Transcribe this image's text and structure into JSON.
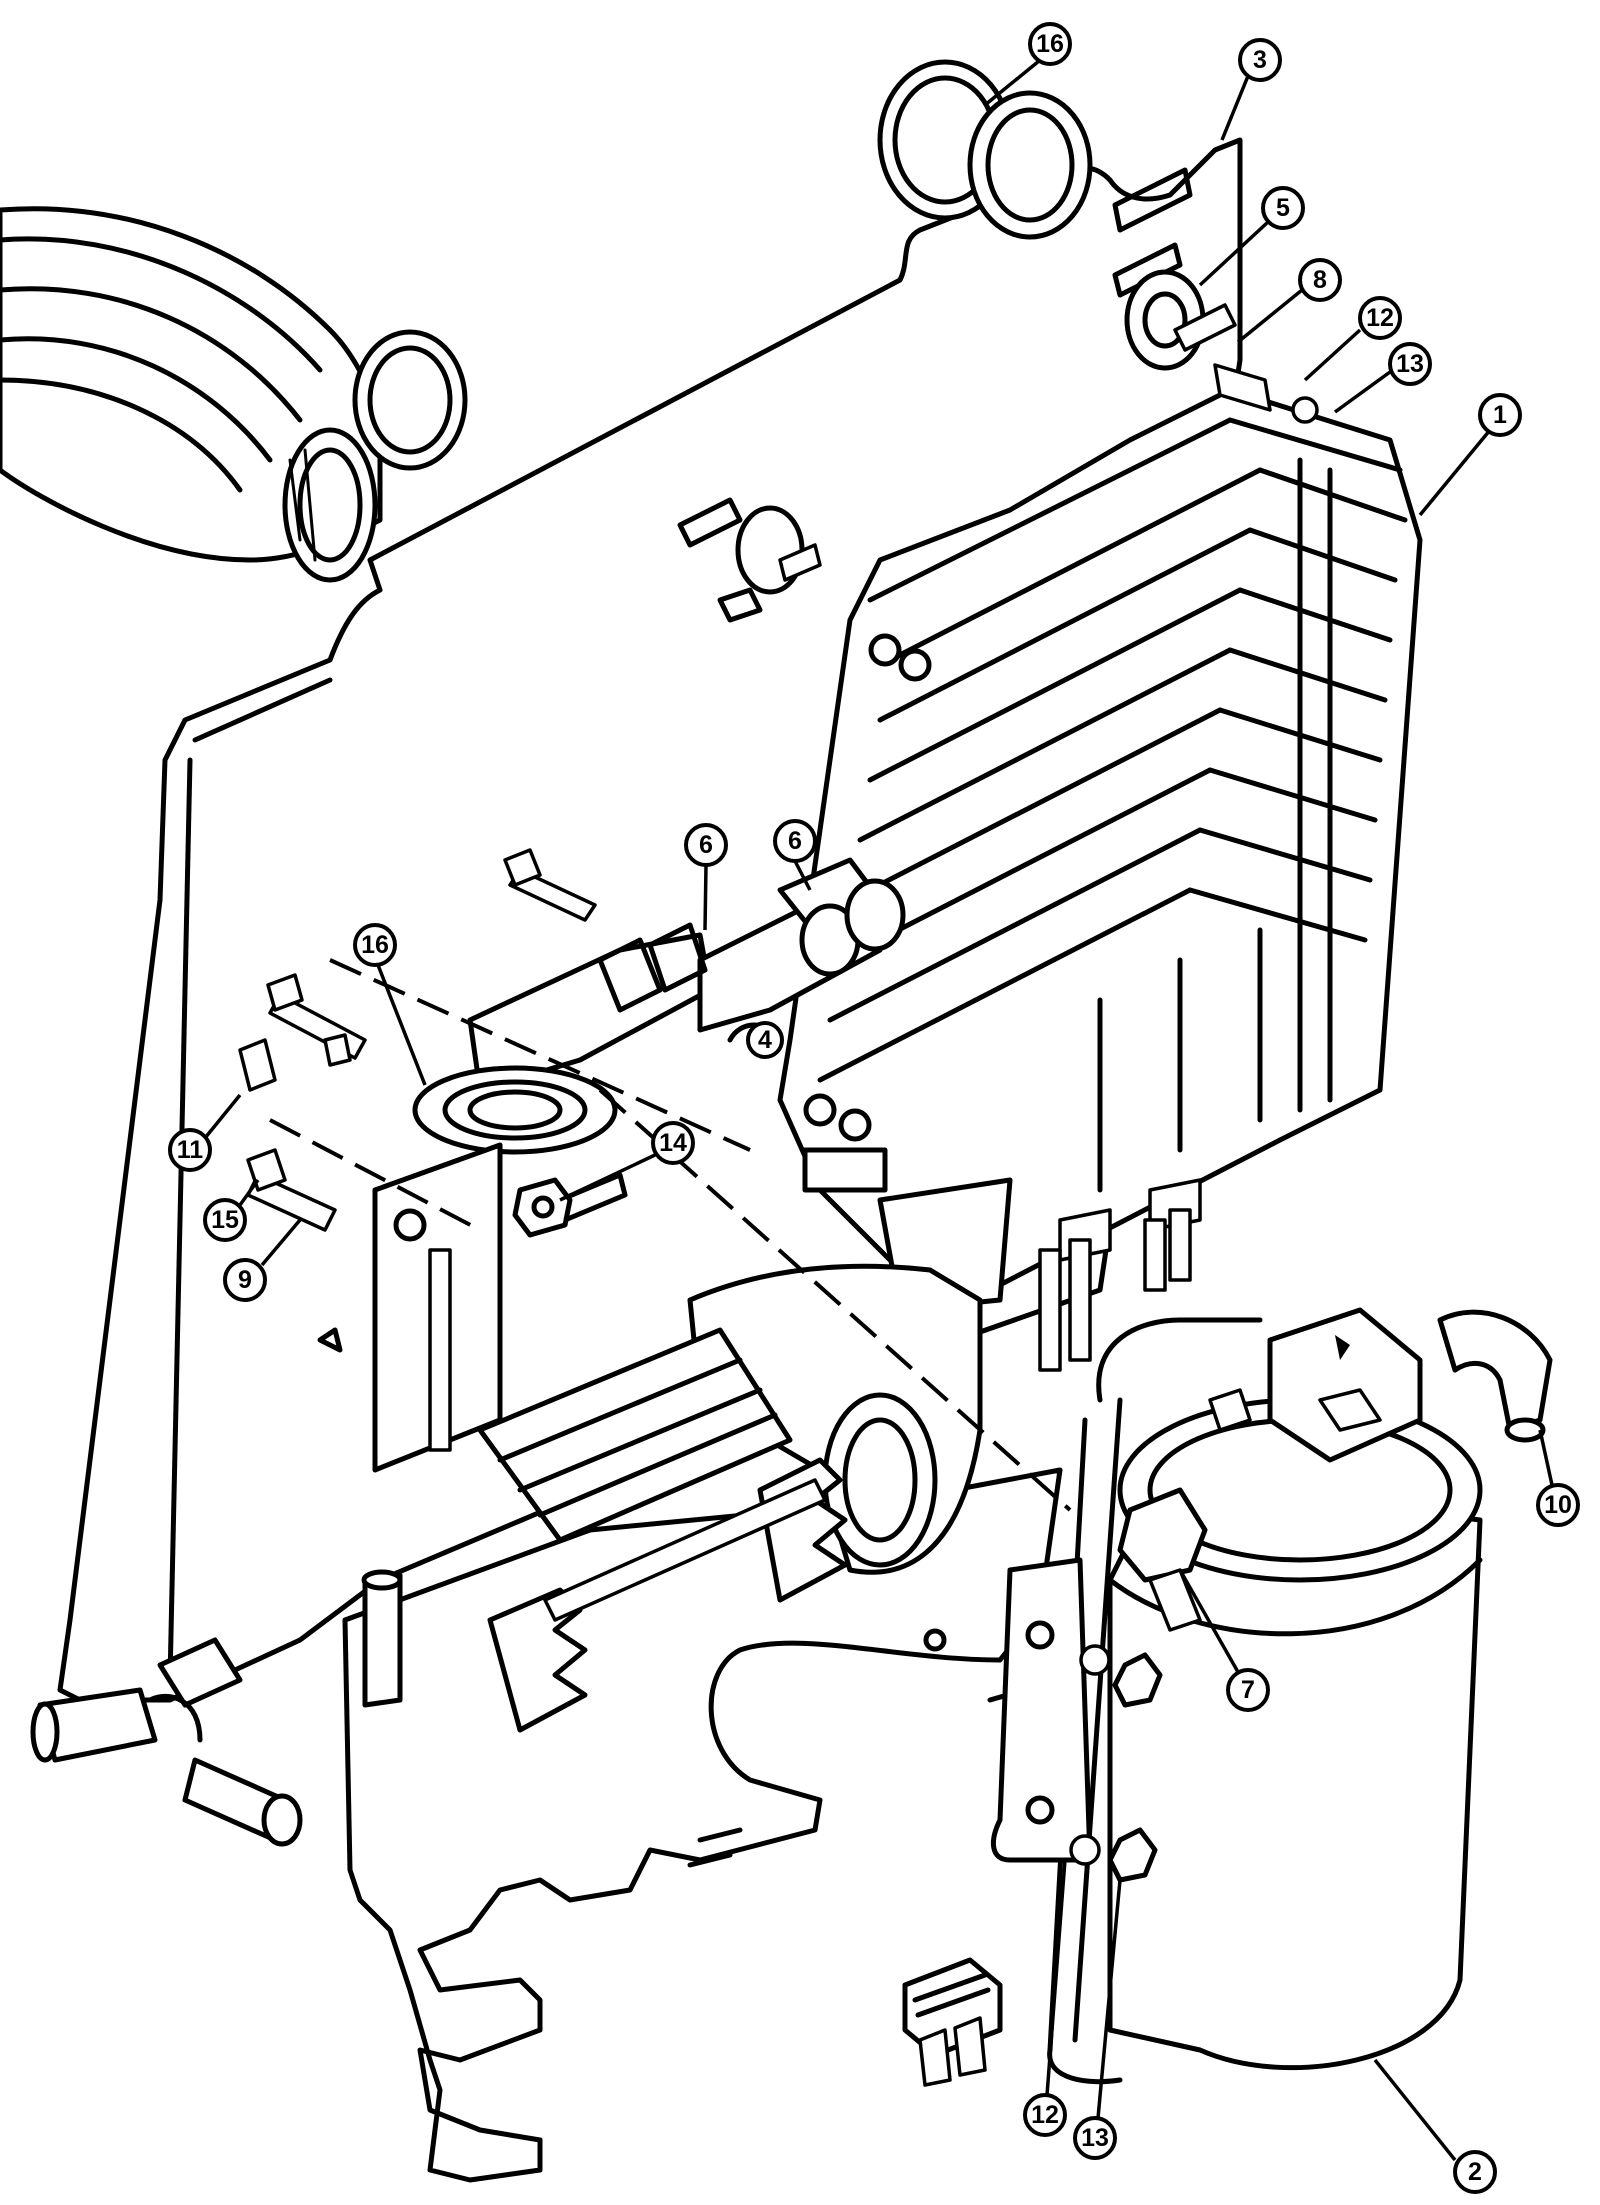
{
  "figure": {
    "callouts": [
      {
        "id": "c16a",
        "label": "16"
      },
      {
        "id": "c3",
        "label": "3"
      },
      {
        "id": "c5",
        "label": "5"
      },
      {
        "id": "c8",
        "label": "8"
      },
      {
        "id": "c12a",
        "label": "12"
      },
      {
        "id": "c13a",
        "label": "13"
      },
      {
        "id": "c1",
        "label": "1"
      },
      {
        "id": "c6a",
        "label": "6"
      },
      {
        "id": "c6b",
        "label": "6"
      },
      {
        "id": "c4",
        "label": "4"
      },
      {
        "id": "c16b",
        "label": "16"
      },
      {
        "id": "c11",
        "label": "11"
      },
      {
        "id": "c14",
        "label": "14"
      },
      {
        "id": "c15",
        "label": "15"
      },
      {
        "id": "c9",
        "label": "9"
      },
      {
        "id": "c10",
        "label": "10"
      },
      {
        "id": "c7",
        "label": "7"
      },
      {
        "id": "c12b",
        "label": "12"
      },
      {
        "id": "c13b",
        "label": "13"
      },
      {
        "id": "c2",
        "label": "2"
      }
    ]
  }
}
